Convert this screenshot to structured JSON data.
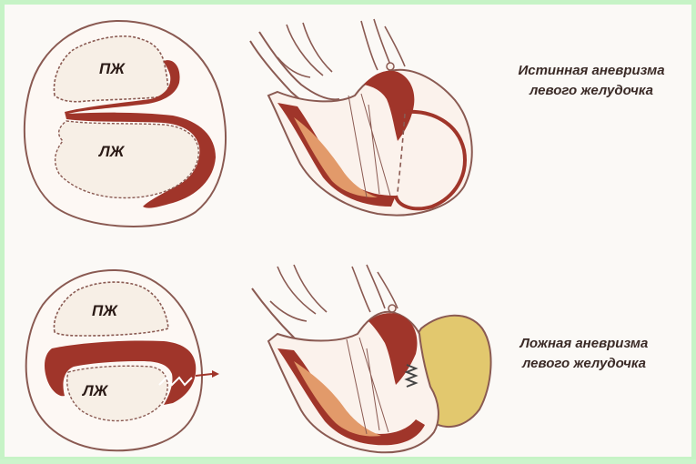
{
  "labels": {
    "rv": "ПЖ",
    "lv": "ЛЖ"
  },
  "captions": {
    "true_aneurysm": {
      "line1": "Истинная аневризма",
      "line2": "левого желудочка"
    },
    "false_aneurysm": {
      "line1": "Ложная аневризма",
      "line2": "левого желудочка"
    }
  },
  "colors": {
    "myocardium": "#a0352a",
    "inner_muscle": "#e29a6a",
    "cavity": "#f7efe6",
    "outline": "#8a5a52",
    "pseudoaneurysm_sac": "#e2c86e",
    "background": "#fbf9f6",
    "frame": "#c6f3c6"
  }
}
